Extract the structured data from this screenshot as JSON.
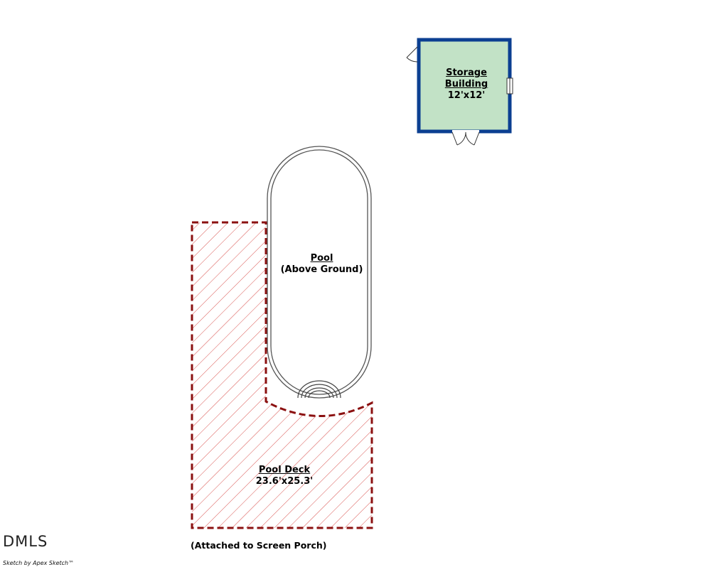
{
  "storage_building": {
    "name_line1": "Storage",
    "name_line2": "Building",
    "dimensions": "12'x12'",
    "fill_color": "#c2e2c6",
    "border_color": "#0b3f91"
  },
  "pool": {
    "name": "Pool",
    "subtitle": "(Above Ground)"
  },
  "pool_deck": {
    "name": "Pool Deck",
    "dimensions": "23.6'x25.3'",
    "outline_color": "#8b1010",
    "hatch_color": "#d9534f"
  },
  "note": "(Attached to Screen Porch)",
  "logo": {
    "text": "DMLS"
  },
  "credit": "Sketch by Apex Sketch™"
}
